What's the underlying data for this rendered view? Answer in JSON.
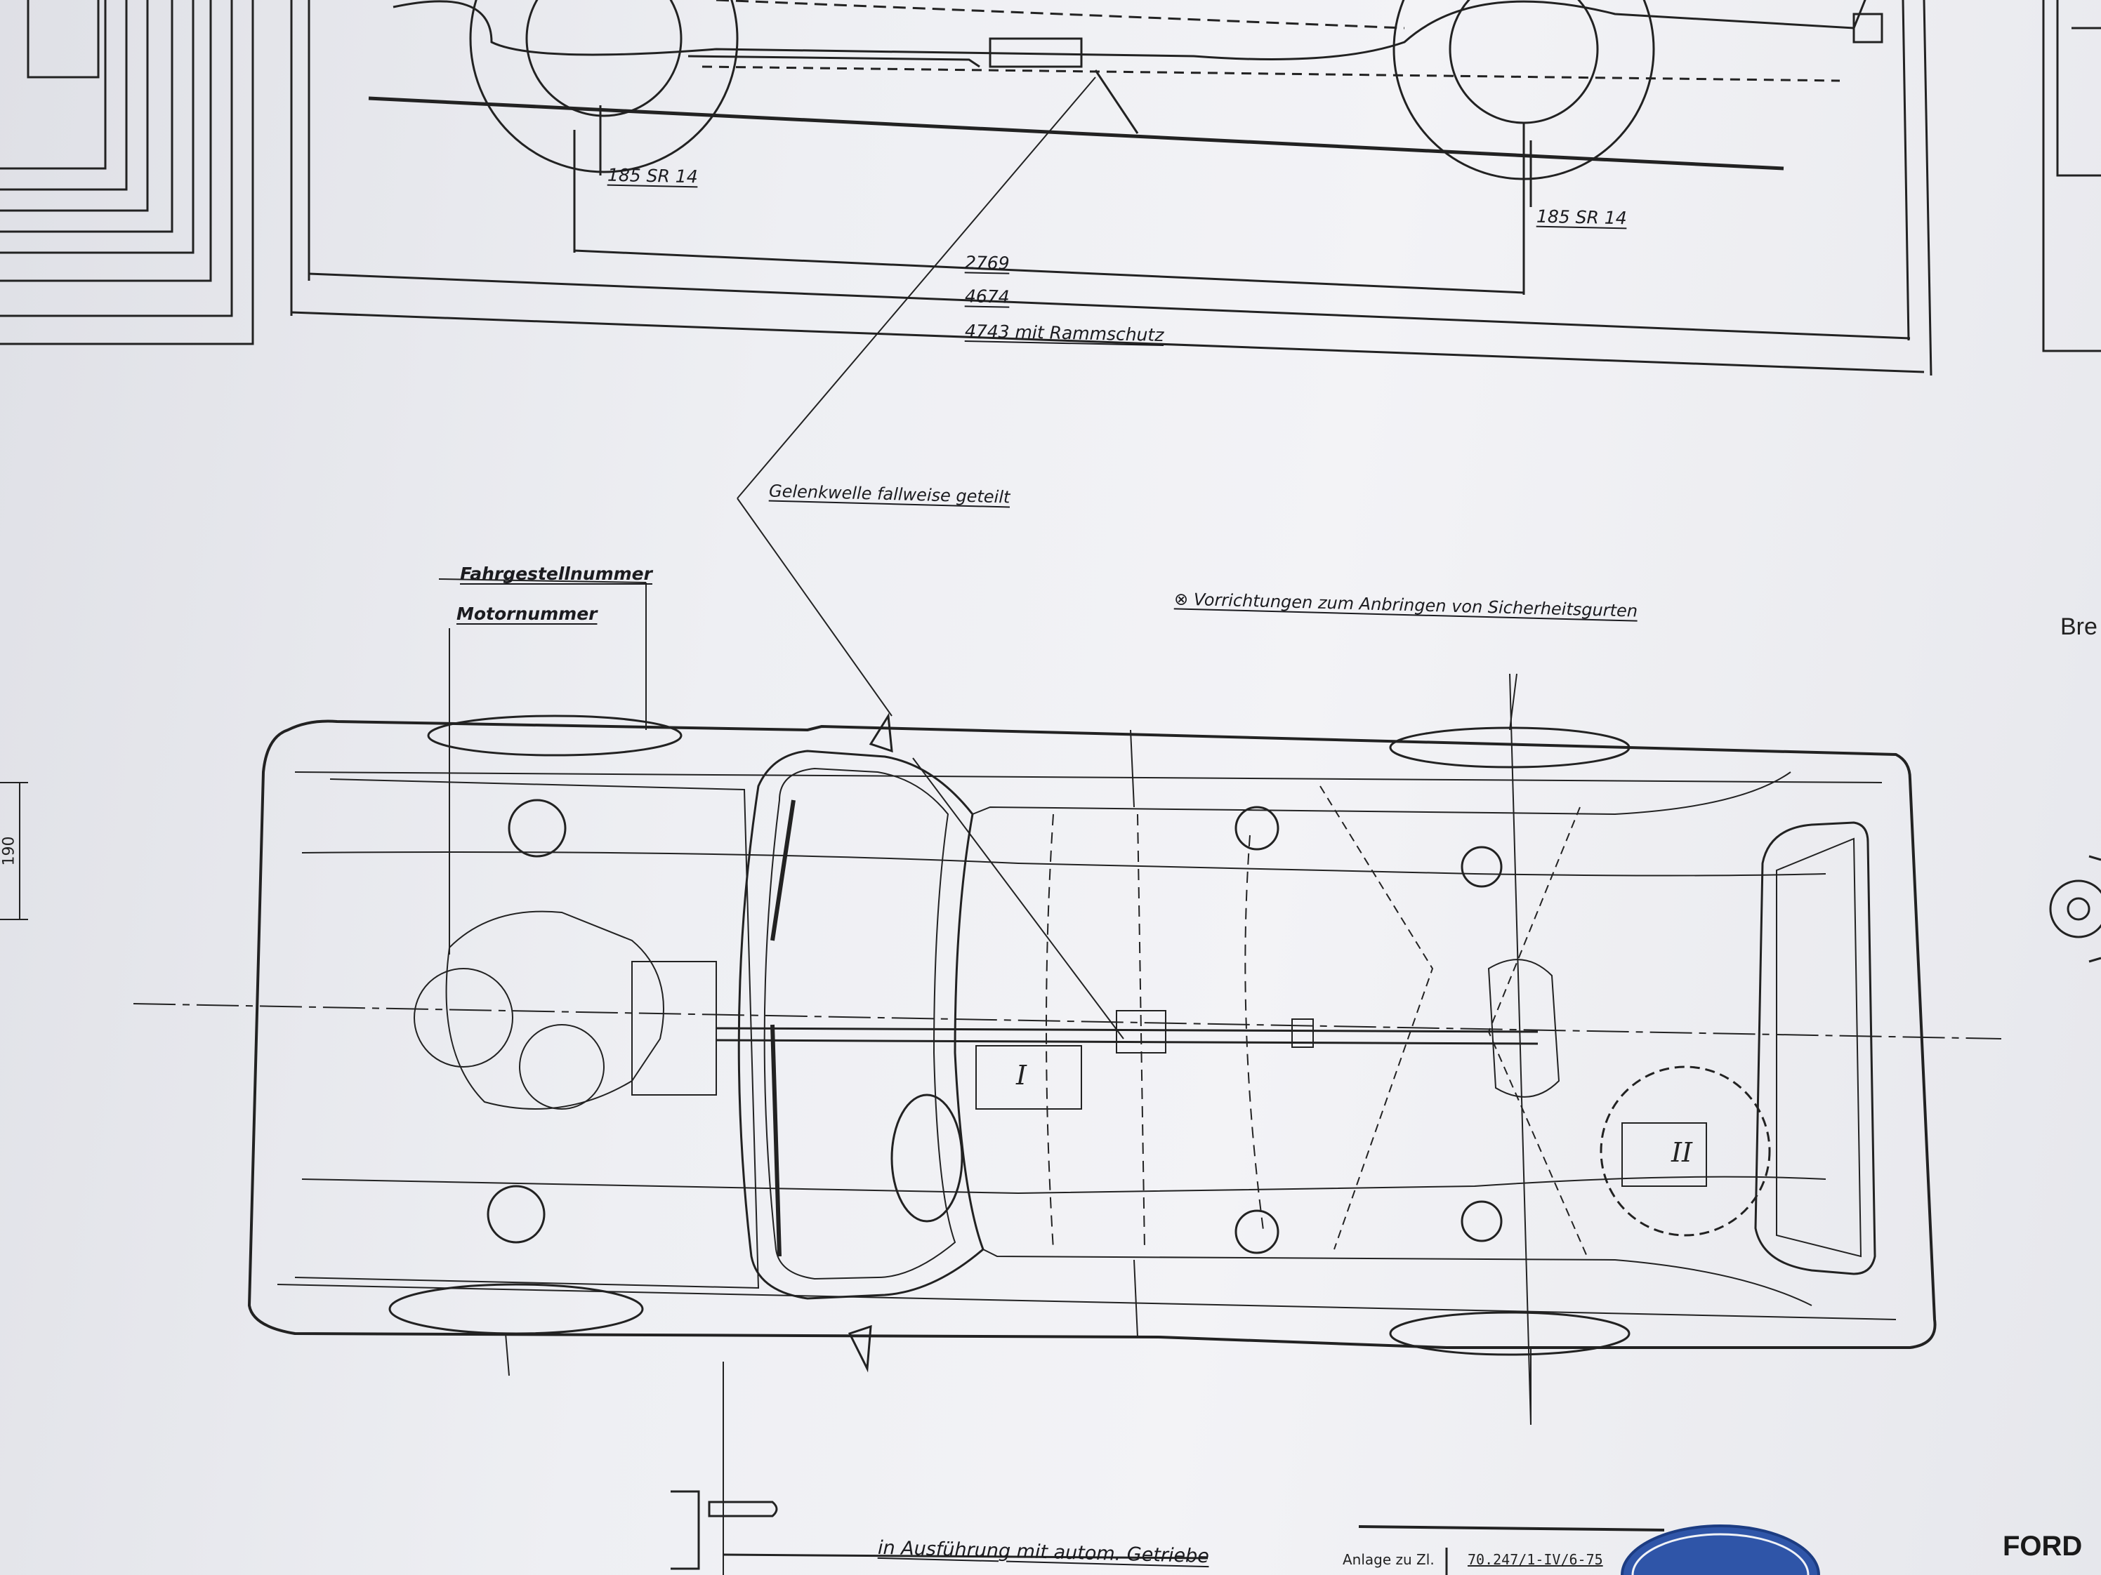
{
  "labels": {
    "tire_front": "185 SR 14",
    "tire_rear": "185 SR 14",
    "wheelbase": "2769",
    "length": "4674",
    "length_bumper": "4743  mit Rammschutz",
    "driveshaft_note": "Gelenkwelle fallweise geteilt",
    "chassis_number": "Fahrgestellnummer",
    "engine_number": "Motornummer",
    "seatbelt_note": "⊗ Vorrichtungen zum Anbringen von Sicherheitsgurten",
    "auto_gearbox": "in Ausführung mit autom. Getriebe",
    "marker_one": "I",
    "marker_two": "II",
    "dim_190": "190",
    "anlage": "Anlage zu Zl.",
    "anlage_ref": "70.247/1-IV/6-75",
    "brand": "FORD",
    "side_partial": "Bre"
  },
  "colors": {
    "paper": "#eeeff3",
    "ink": "#1b1b1f",
    "logo_blue": "#2f55a8"
  }
}
